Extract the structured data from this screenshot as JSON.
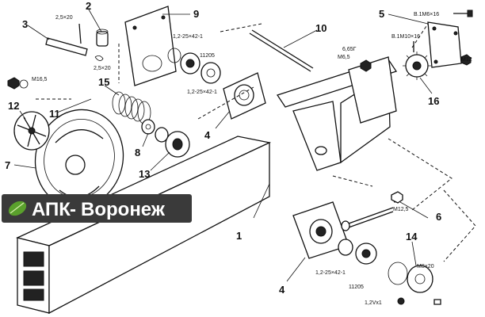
{
  "callouts": {
    "n1": "1",
    "n2": "2",
    "n3": "3",
    "n4a": "4",
    "n4b": "4",
    "n5": "5",
    "n6": "6",
    "n7": "7",
    "n8": "8",
    "n9": "9",
    "n10": "10",
    "n11": "11",
    "n12": "12",
    "n13": "13",
    "n14": "14",
    "n15": "15",
    "n16": "16"
  },
  "specs": {
    "s_2_5x20_top": "2,5×20",
    "s_2_5x20_bot": "2,5×20",
    "s_m16_5": "M16,5",
    "s_1_2_25x42_top": "1,2-25×42-1",
    "s_11205_top": "11205",
    "s_1_2_25x42_mid": "1,2-25×42-1",
    "s_6_65g": "6,65Г",
    "s_m6_5": "M6,5",
    "s_b1m6x16": "B.1M6×16",
    "s_b1m10x16": "B.1M10×16",
    "s_m12": "M12",
    "s_m12_5": "M12,5",
    "s_1_2_25x42_bot": "1,2-25×42-1",
    "s_11205_bot": "11205",
    "s_m8x20": "M8×20",
    "s_1_2vx1": "1,2Vх1"
  },
  "watermark": {
    "text_apk": "АПК",
    "text_city": "Воронеж",
    "leaf_color": "#5aa02c",
    "bg_color": "#3a3a3a",
    "text_color": "#ffffff"
  }
}
